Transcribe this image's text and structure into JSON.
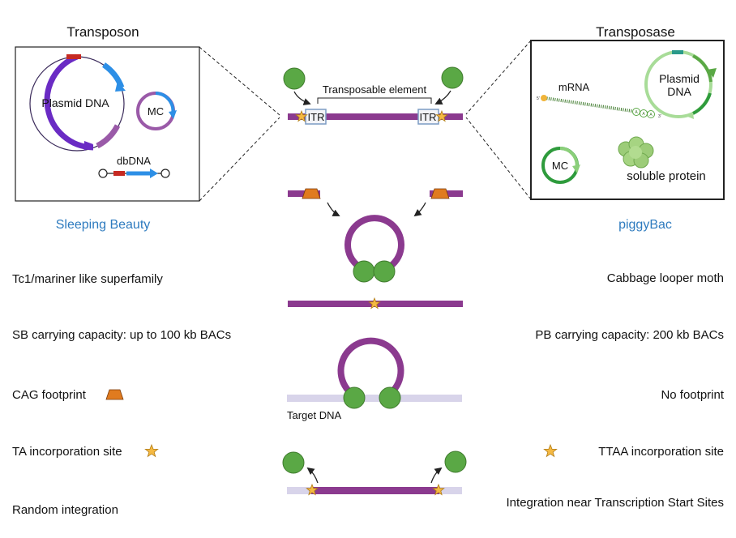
{
  "left_panel": {
    "heading": "Transposon",
    "plasmid_label": "Plasmid DNA",
    "mc_label": "MC",
    "dbdna_label": "dbDNA"
  },
  "right_panel": {
    "heading": "Transposase",
    "mrna_label": "mRNA",
    "plasmid_label_line1": "Plasmid",
    "plasmid_label_line2": "DNA",
    "mc_label": "MC",
    "protein_label": "soluble protein",
    "mrna_five_prime": "5'",
    "mrna_three_prime": "3'",
    "poly_a": [
      "A",
      "A",
      "A"
    ]
  },
  "center": {
    "transposable_element_label": "Transposable element",
    "itr_left": "ITR",
    "itr_right": "ITR",
    "target_dna_label": "Target DNA"
  },
  "sleeping_beauty": {
    "title": "Sleeping Beauty",
    "superfamily": "Tc1/mariner like superfamily",
    "capacity": "SB carrying capacity: up to 100 kb BACs",
    "footprint": "CAG footprint",
    "site": "TA incorporation site",
    "integration": "Random integration"
  },
  "piggybac": {
    "title": "piggyBac",
    "origin": "Cabbage looper moth",
    "capacity": "PB carrying capacity: 200 kb BACs",
    "footprint": "No footprint",
    "site": "TTAA incorporation site",
    "integration": "Integration near Transcription Start Sites"
  },
  "colors": {
    "dna_purple": "#8b3a8f",
    "transposase_green": "#5aa845",
    "title_blue": "#2e7bbf",
    "footprint_orange": "#e07b1f",
    "star_gold": "#f5b942",
    "target_dna_lavender": "#d8d4ea",
    "plasmid_purple": "#6a2bc4",
    "plasmid_blue": "#2d8fe6",
    "marker_red": "#c62a22",
    "light_green": "#8bcf7a",
    "dark_green": "#2e9b3c"
  }
}
